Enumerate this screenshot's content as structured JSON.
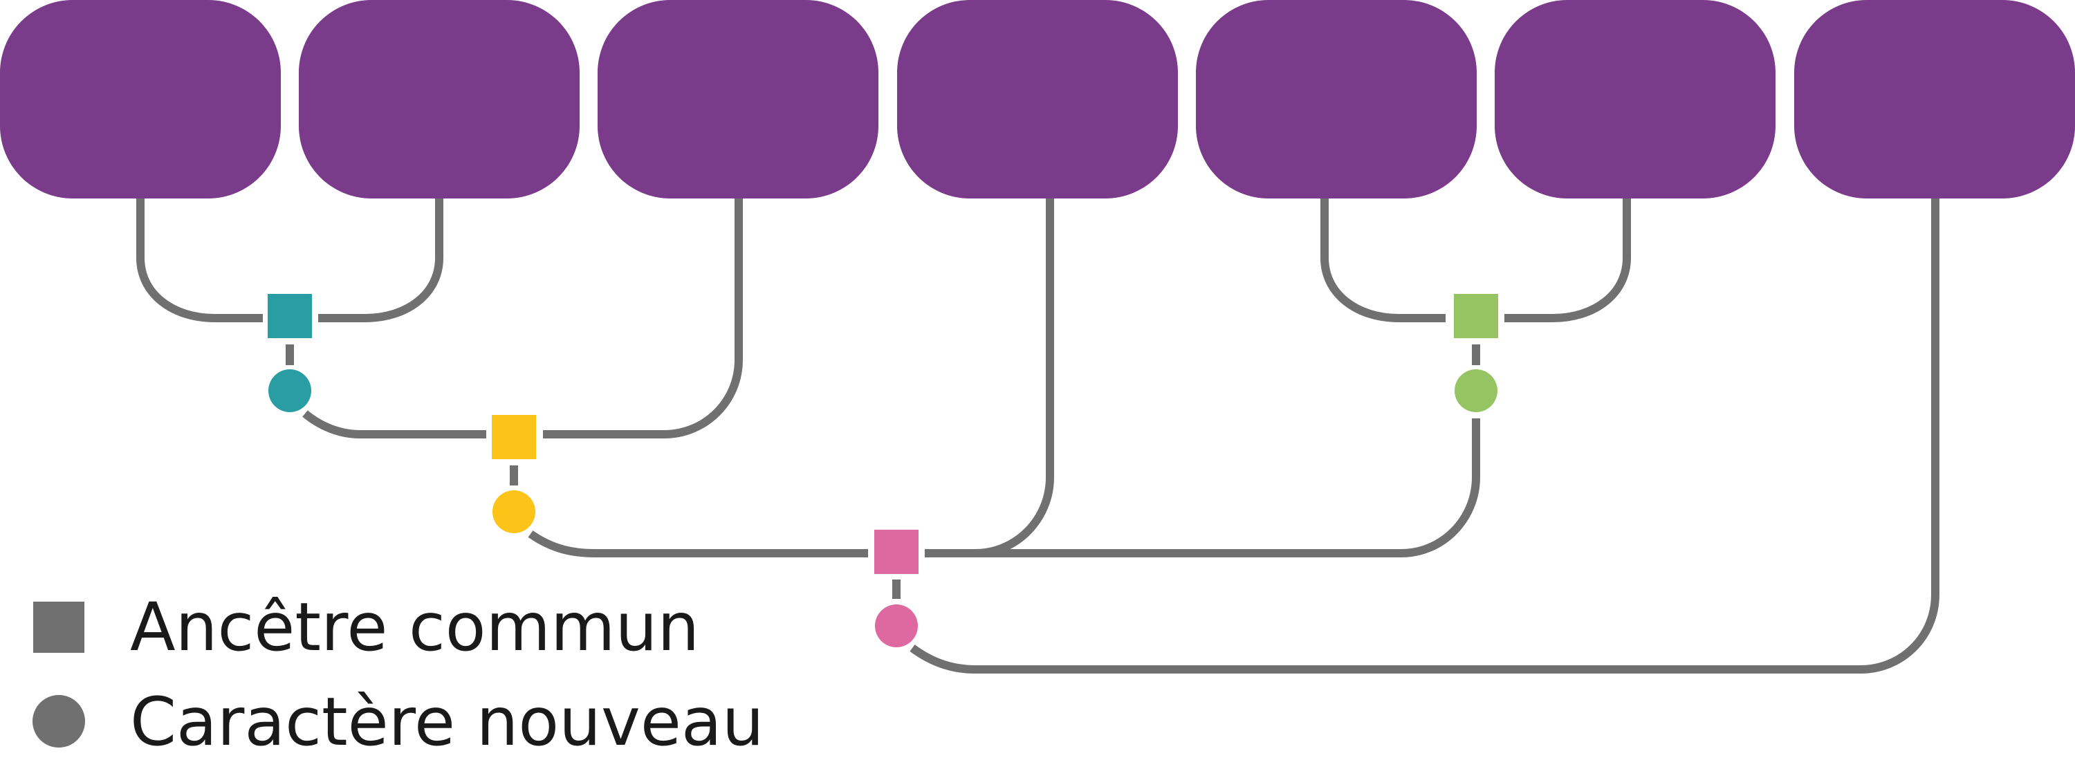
{
  "colors": {
    "leaf": "#7a3b8a",
    "connector": "#707070",
    "node_teal": "#2a9da3",
    "node_yellow": "#fcc318",
    "node_pink": "#dd69a0",
    "node_green": "#97c462",
    "legend_symbol": "#707070"
  },
  "legend": {
    "common_ancestor": "Ancêtre commun",
    "new_character": "Caractère nouveau"
  },
  "tree": {
    "leaf_count": 7,
    "ancestors": [
      {
        "id": "a1",
        "color_key": "node_teal",
        "children": [
          "leaf1",
          "leaf2"
        ]
      },
      {
        "id": "a2",
        "color_key": "node_yellow",
        "children": [
          "a1",
          "leaf3"
        ]
      },
      {
        "id": "a3",
        "color_key": "node_green",
        "children": [
          "leaf5",
          "leaf6"
        ]
      },
      {
        "id": "a4",
        "color_key": "node_pink",
        "children": [
          "a2",
          "leaf4",
          "a3"
        ]
      },
      {
        "id": "root",
        "children": [
          "a4",
          "leaf7"
        ]
      }
    ]
  }
}
